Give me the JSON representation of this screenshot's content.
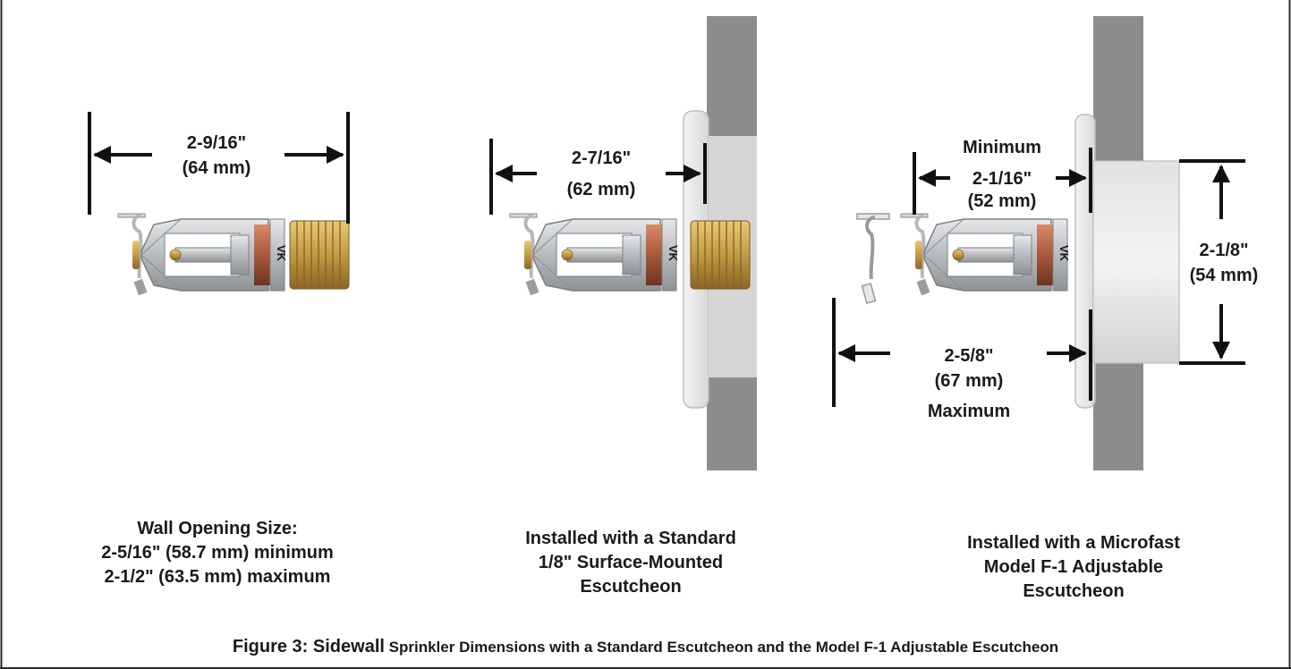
{
  "diagram": {
    "figure_caption": {
      "lead": "Figure 3:  Sidewall",
      "rest": " Sprinkler Dimensions with a Standard Escutcheon and the Model F-1 Adjustable Escutcheon"
    },
    "views": [
      {
        "dimensions": {
          "length": "2-9/16\"",
          "metric": "(64 mm)"
        },
        "caption_lines": [
          "Wall Opening Size:",
          "2-5/16\" (58.7 mm) minimum",
          "2-1/2\" (63.5 mm) maximum"
        ]
      },
      {
        "dimensions": {
          "length": "2-7/16\"",
          "metric": "(62 mm)"
        },
        "caption_lines": [
          "Installed with a Standard",
          "1/8\" Surface-Mounted",
          "Escutcheon"
        ]
      },
      {
        "minimum": {
          "label": "Minimum",
          "length": "2-1/16\"",
          "metric": "(52 mm)"
        },
        "maximum": {
          "label": "Maximum",
          "length": "2-5/8\"",
          "metric": "(67 mm)"
        },
        "diameter": {
          "length": "2-1/8\"",
          "metric": "(54 mm)"
        },
        "caption_lines": [
          "Installed with a Microfast",
          "Model F-1 Adjustable",
          "Escutcheon"
        ]
      }
    ],
    "sprinkler_mark": "VK",
    "colors": {
      "frame": "#2a2a2a",
      "wall": "#8c8c8c",
      "escutcheon": "#ececec",
      "sprinkler_frame": "#c9cbcd",
      "brass": "#c8a04a",
      "copper": "#a8583a",
      "arrow": "#111111"
    }
  }
}
